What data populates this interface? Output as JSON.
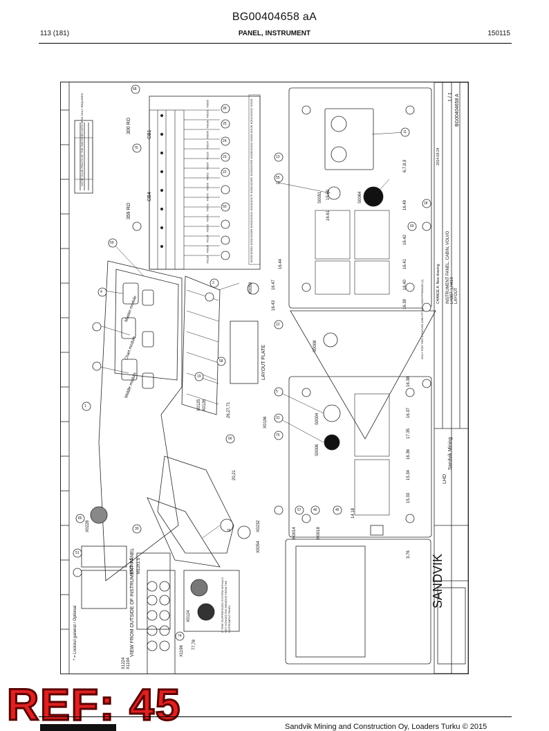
{
  "document": {
    "id": "BG00404658 aA",
    "page": "113 (181)",
    "section": "PANEL, INSTRUMENT",
    "date": "150115"
  },
  "drawing": {
    "brand": "SANDVIK",
    "company": "Sandvik Mining",
    "product": "LHD",
    "drawing_number": "BG00404658 A",
    "sheet_fraction": "1 / 1",
    "title_lines": [
      "INSTRUMENT PANEL, CABIN, VOLVO",
      "LH307, LH410",
      "LAYOUT"
    ],
    "change_note": "CHANGE A: New drawing",
    "change_date": "2014-03-24",
    "layout_plate": "LAYOUT PLATE",
    "view_note": "VIEW FROM OUTSIDE OF INSTRUMENT PANEL",
    "lockout_note": "* = Lockout ganeral / Optional",
    "fire_note": "IF FIRE SUPPRESSION SYSTEM SIGNALS NOT CONNECTED REMOVE FROM THE INSTRUMENT PANEL",
    "engine_note": "ONLY FOR TIER 1/ ENGINE 4MEV7P 2G V MDO7P3000082 (2)",
    "glue_note": "NOTE! GLUE PRINTS OF THE SWITCHES WITH RFH1 ONLY REQUIRED",
    "rp_labels": [
      "300 RO",
      "359 RO"
    ],
    "cb_labels": [
      "CB1",
      "CB4"
    ],
    "module_labels": [
      "Master module",
      "Chart module",
      "Middle module"
    ],
    "connector_labels": [
      "X0125",
      "X0126",
      "X0106",
      "X0232",
      "X0054",
      "X0124",
      "X0228",
      "X1194",
      "X1196",
      "X1224",
      "X0053",
      "H0014",
      "H0018",
      "S0008",
      "S0004",
      "S0006",
      "S0051",
      "S0064"
    ],
    "thread_labels": [
      "M25x1.5",
      "M12x1.5"
    ],
    "callouts": [
      "68",
      "28",
      "25",
      "24",
      "23",
      "22",
      "70",
      "50",
      "55",
      "13",
      "18",
      "69",
      "1",
      "2",
      "4",
      "12",
      "19",
      "58",
      "66",
      "79",
      "80",
      "51",
      "30",
      "74",
      "75",
      "10",
      "11",
      "5",
      "31",
      "57",
      "46",
      "45",
      "60"
    ],
    "relay_labels": [
      "F0005",
      "F0020",
      "F0038",
      "F0006",
      "F0024",
      "F0116",
      "F0007",
      "F0052",
      "F0056",
      "F0075",
      "F0072",
      "F0071",
      "F0053",
      "F0137",
      "F0008",
      "F0118"
    ],
    "switch_labels": [
      "K0103",
      "K0102",
      "K0101",
      "K0128",
      "K0011",
      "K0010",
      "K0180",
      "K0255",
      "K0254",
      "K0092",
      "K0091",
      "K0179",
      "K0100",
      "K0101",
      "K0016",
      "K0099",
      "K0201",
      "K0054",
      "K0202"
    ],
    "value_tags": [
      "15.59",
      "16.61",
      "16.49",
      "6,7,8,9",
      "16.44",
      "16.47",
      "16.43",
      "16.42",
      "16.41",
      "16.40",
      "16.39",
      "16.38",
      "16.37",
      "17.35",
      "16.36",
      "15.34",
      "15.33",
      "14.18",
      "3,76",
      "26,27,71",
      "20,21",
      "77,78"
    ]
  },
  "footer": {
    "ref": "REF: 45",
    "copyright": "Sandvik Mining and Construction Oy, Loaders Turku © 2015"
  }
}
